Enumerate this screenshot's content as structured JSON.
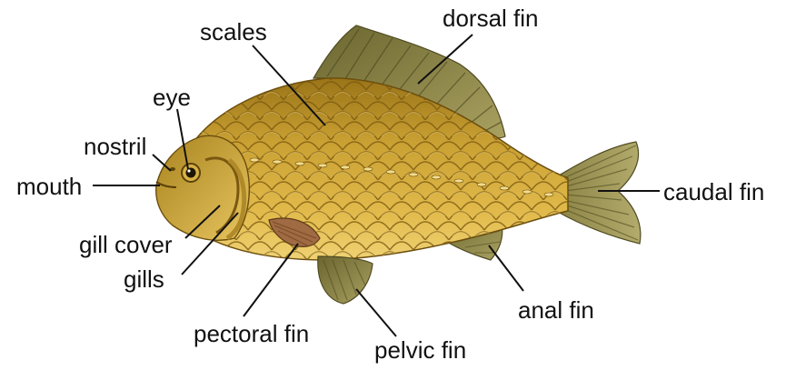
{
  "diagram": {
    "labels": {
      "scales": "scales",
      "dorsal_fin": "dorsal fin",
      "eye": "eye",
      "nostril": "nostril",
      "mouth": "mouth",
      "caudal_fin": "caudal fin",
      "gill_cover": "gill cover",
      "gills": "gills",
      "anal_fin": "anal fin",
      "pectoral_fin": "pectoral fin",
      "pelvic_fin": "pelvic fin"
    },
    "colors": {
      "body": "#c9a032",
      "body_dark": "#8a6512",
      "belly": "#e9c45a",
      "fin": "#8f8a4c",
      "fin_dark": "#5d5a2c",
      "leader_line": "#111111"
    }
  }
}
